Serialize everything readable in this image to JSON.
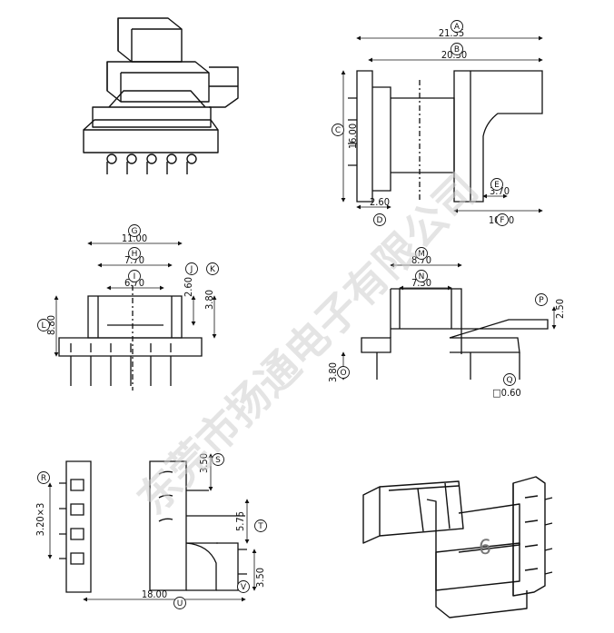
{
  "labels": [
    "A",
    "B",
    "C",
    "D",
    "E",
    "F",
    "G",
    "H",
    "I",
    "J",
    "K",
    "L",
    "M",
    "N",
    "O",
    "P",
    "Q",
    "R",
    "S",
    "T",
    "U",
    "V"
  ],
  "dimensions": {
    "A": "21.35",
    "B": "20.30",
    "C": "16.00",
    "D": "2.60",
    "E": "3.70",
    "F": "10.70",
    "G": "11.00",
    "H": "7.70",
    "I": "6.70",
    "J": "2.60",
    "K": "3.80",
    "L": "8.80",
    "M": "8.70",
    "N": "7.30",
    "O": "3.80",
    "P": "2.50",
    "Q": "□0.60",
    "R": "3.20×3",
    "S": "3.50",
    "T": "5.75",
    "U": "18.00",
    "V": "3.50"
  },
  "watermark": "东莞市扬通电子有限公司",
  "figure_number": "6",
  "colors": {
    "line": "#111111",
    "watermark": "#cfcfcf"
  }
}
